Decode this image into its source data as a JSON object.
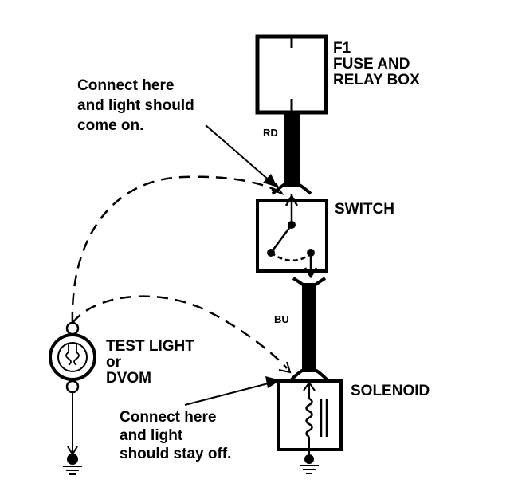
{
  "fuse_box": {
    "id": "F1",
    "title_line1": "FUSE AND",
    "title_line2": "RELAY BOX"
  },
  "wire_top": {
    "color_code": "RD"
  },
  "switch": {
    "label": "SWITCH"
  },
  "wire_bottom": {
    "color_code": "BU"
  },
  "solenoid": {
    "label": "SOLENOID"
  },
  "test_light": {
    "line1": "TEST LIGHT",
    "line2": "or",
    "line3": "DVOM"
  },
  "note_on": {
    "line1": "Connect here",
    "line2": "and light should",
    "line3": "come on."
  },
  "note_off": {
    "line1": "Connect here",
    "line2": "and light",
    "line3": "should stay off."
  }
}
